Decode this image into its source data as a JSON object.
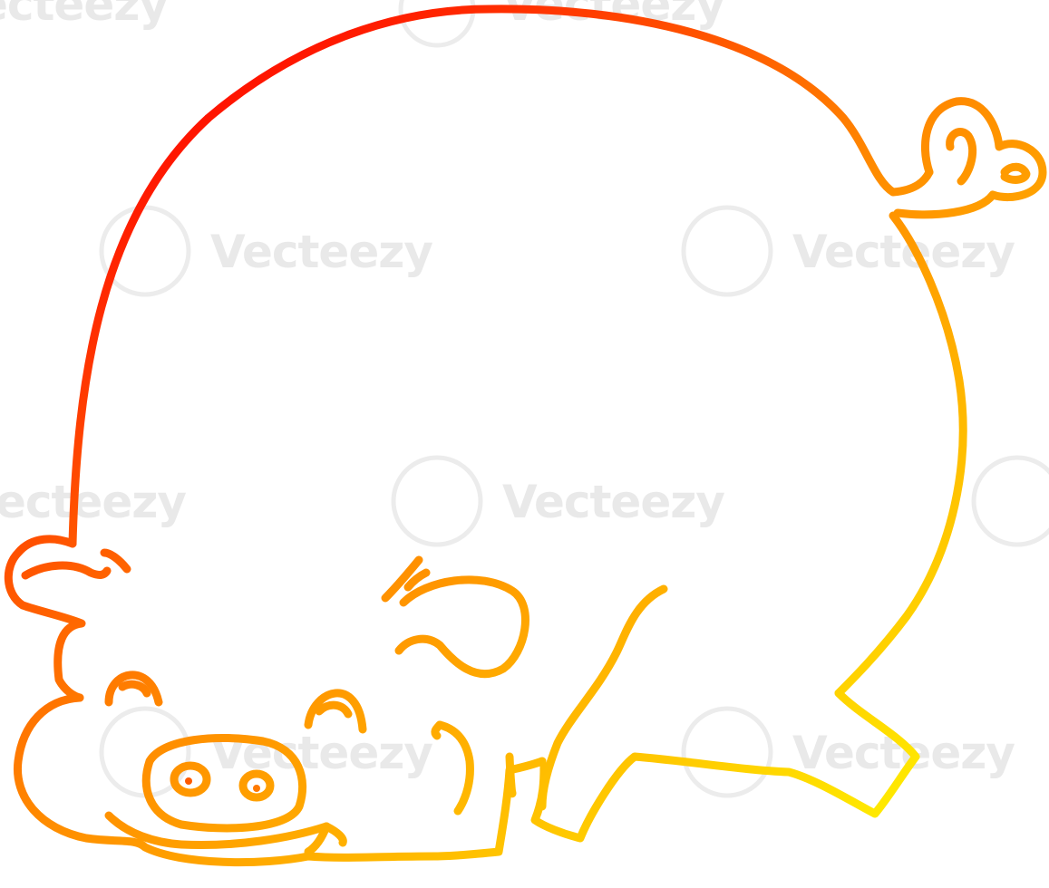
{
  "image": {
    "subject": "cartoon pig",
    "style": "line drawing with warm gradient stroke",
    "background": "#ffffff"
  },
  "colors": {
    "gradient_start": "#ff0000",
    "gradient_mid": "#ff8c00",
    "gradient_end": "#ffee00",
    "watermark": "#e9e9e9"
  },
  "watermark": {
    "text": "Vecteezy"
  }
}
